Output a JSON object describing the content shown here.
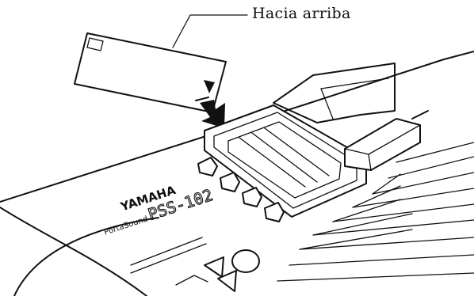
{
  "callout": {
    "label": "Hacia arriba"
  },
  "keyboard": {
    "brand": "YAMAHA",
    "line": "PortaSound",
    "model": "PSS-102"
  },
  "colors": {
    "ink": "#111111",
    "paper": "#ffffff"
  },
  "icons": {
    "insert_arrow": "arrow-down-right-icon"
  }
}
